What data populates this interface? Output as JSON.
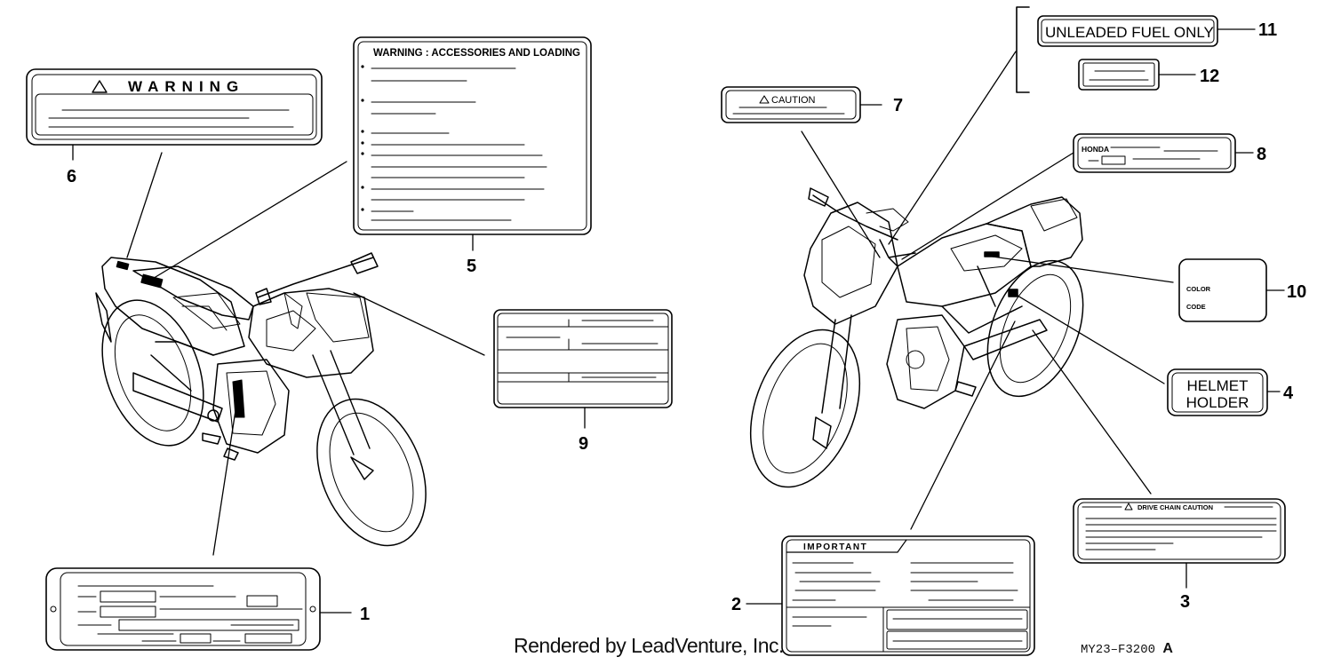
{
  "labels": {
    "warning": {
      "title": "WARNING"
    },
    "accessories": {
      "title": "WARNING : ACCESSORIES AND LOADING"
    },
    "caution": {
      "title": "CAUTION"
    },
    "fuel": {
      "title": "UNLEADED FUEL ONLY"
    },
    "honda": {
      "title": "HONDA"
    },
    "color_code": {
      "line1": "COLOR",
      "line2": "CODE"
    },
    "helmet": {
      "line1": "HELMET",
      "line2": "HOLDER"
    },
    "chain": {
      "title": "DRIVE CHAIN CAUTION"
    },
    "important": {
      "title": "IMPORTANT"
    }
  },
  "callouts": {
    "n1": "1",
    "n2": "2",
    "n3": "3",
    "n4": "4",
    "n5": "5",
    "n6": "6",
    "n7": "7",
    "n8": "8",
    "n9": "9",
    "n10": "10",
    "n11": "11",
    "n12": "12"
  },
  "footer": {
    "credit": "Rendered by LeadVenture, Inc.",
    "code": "MY23–F3200",
    "suffix": "A"
  }
}
